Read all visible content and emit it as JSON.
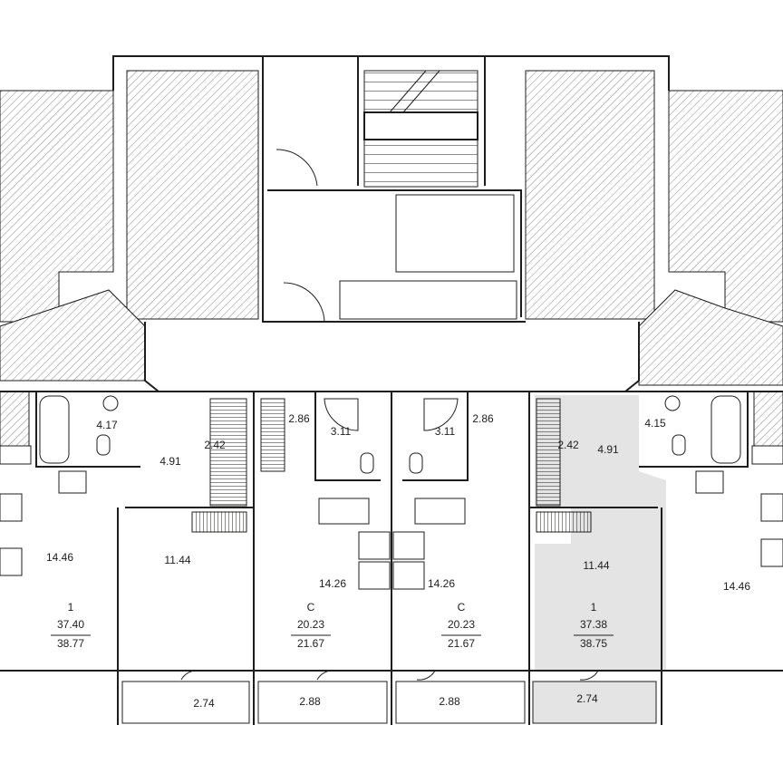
{
  "colors": {
    "line": "#1d1d1b",
    "hatch": "#8a8a8a",
    "highlight": "#e4e4e4",
    "background": "#ffffff"
  },
  "rooms": {
    "left_kitchen_area": "14.46",
    "left_room_area": "11.44",
    "left_bath_area": "4.17",
    "left_hall_area": "4.91",
    "left_closet_area": "2.42",
    "left_balcony_area": "2.74",
    "studio1_bath_area": "3.11",
    "studio1_hall_area": "2.86",
    "studio1_main_area": "14.26",
    "studio1_balcony_area": "2.88",
    "studio2_bath_area": "3.11",
    "studio2_hall_area": "2.86",
    "studio2_main_area": "14.26",
    "studio2_balcony_area": "2.88",
    "right_bath_area": "4.15",
    "right_hall_area": "4.91",
    "right_closet_area": "2.42",
    "right_room_area": "11.44",
    "right_kitchen_area": "14.46",
    "right_balcony_area": "2.74"
  },
  "apartments": [
    {
      "rooms_count": "1",
      "living_area": "37.40",
      "total_area": "38.77",
      "highlighted": false
    },
    {
      "rooms_count": "С",
      "living_area": "20.23",
      "total_area": "21.67",
      "highlighted": false
    },
    {
      "rooms_count": "С",
      "living_area": "20.23",
      "total_area": "21.67",
      "highlighted": false
    },
    {
      "rooms_count": "1",
      "living_area": "37.38",
      "total_area": "38.75",
      "highlighted": true
    }
  ]
}
